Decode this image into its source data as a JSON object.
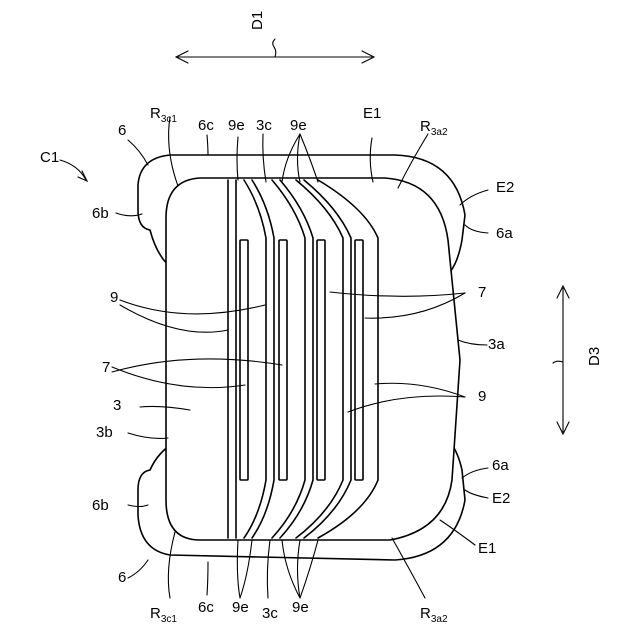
{
  "figure": {
    "capacitor_label": "C1",
    "direction_top": "D1",
    "direction_side": "D3",
    "outer_electrode": "6",
    "electrode_part_b": "6b",
    "electrode_part_c": "6c",
    "electrode_part_a": "6a",
    "corner_r3c1": {
      "base": "R",
      "sub": "3c1"
    },
    "corner_r3a2": {
      "base": "R",
      "sub": "3a2"
    },
    "element_body": "3",
    "body_face_b": "3b",
    "body_face_a": "3a",
    "body_face_c": "3c",
    "inner_electrode": "7",
    "layer_9": "9",
    "layer_9e": "9e",
    "edge_e1": "E1",
    "edge_e2": "E2"
  }
}
